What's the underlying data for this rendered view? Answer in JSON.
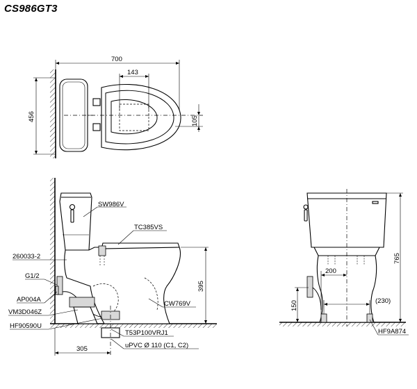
{
  "title": "CS986GT3",
  "top_view": {
    "width_dim": "700",
    "depth_dim": "456",
    "seat_width_dim": "143",
    "outlet_dim": "105"
  },
  "side_view": {
    "labels": {
      "tank": "SW986V",
      "seat": "TC385VS",
      "bowl": "CW769V",
      "part_260033": "260033-2",
      "inlet": "G1/2",
      "valve": "AP004A",
      "hose": "VM3D046Z",
      "flange": "HF90590U",
      "pipe_conn": "T53P100VRJ1",
      "drain": "uPVC Ø 110 (C1, C2)"
    },
    "dims": {
      "height_dim": "395",
      "rough_in_dim": "305"
    }
  },
  "front_view": {
    "labels": {
      "flange": "HF9A874"
    },
    "dims": {
      "total_height": "765",
      "half_width": "200",
      "bolt_width": "(230)",
      "inlet_height": "150"
    }
  }
}
